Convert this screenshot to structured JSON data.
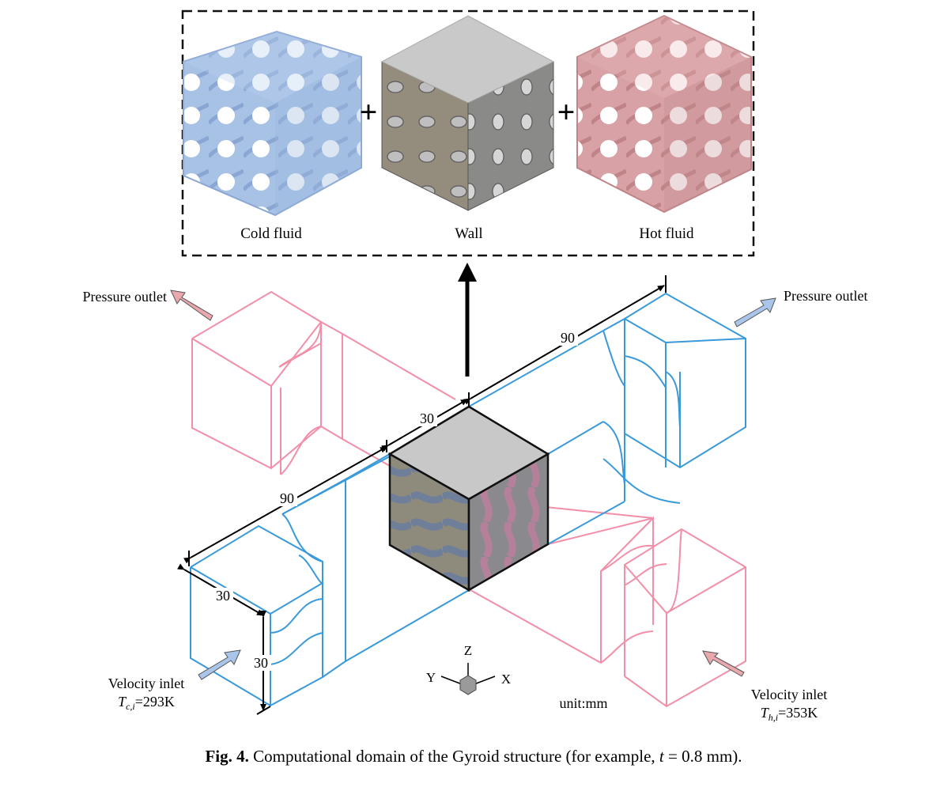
{
  "components_panel": {
    "cold_fluid_label": "Cold fluid",
    "wall_label": "Wall",
    "hot_fluid_label": "Hot fluid",
    "plus_symbol": "+"
  },
  "boundary_conditions": {
    "pressure_outlet_left": "Pressure outlet",
    "pressure_outlet_right": "Pressure outlet",
    "velocity_inlet_left": "Velocity inlet",
    "cold_inlet_temp_symbol": "T",
    "cold_inlet_temp_subscript": "c,i",
    "cold_inlet_temp_value": "=293K",
    "velocity_inlet_right": "Velocity inlet",
    "hot_inlet_temp_symbol": "T",
    "hot_inlet_temp_subscript": "h,i",
    "hot_inlet_temp_value": "=353K"
  },
  "dimensions": {
    "length_top": "90",
    "length_left": "90",
    "core_width": "30",
    "inlet_width": "30",
    "inlet_height": "30",
    "unit_note": "unit:mm"
  },
  "axes": {
    "z": "Z",
    "y": "Y",
    "x": "X"
  },
  "caption": {
    "label": "Fig. 4.",
    "text_before": "Computational domain of the Gyroid structure (for example, ",
    "variable": "t",
    "text_after": " = 0.8 mm)."
  },
  "colors": {
    "cold_line": "#3a9ad9",
    "hot_line": "#f28fa8",
    "cold_fill": "#a9c5ea",
    "hot_fill": "#e2a9ae",
    "wall_top": "#c8c8c8",
    "wall_side": "#8d8a80",
    "cold_arrow": "#a9c5ea",
    "hot_arrow": "#e8a8ad"
  }
}
